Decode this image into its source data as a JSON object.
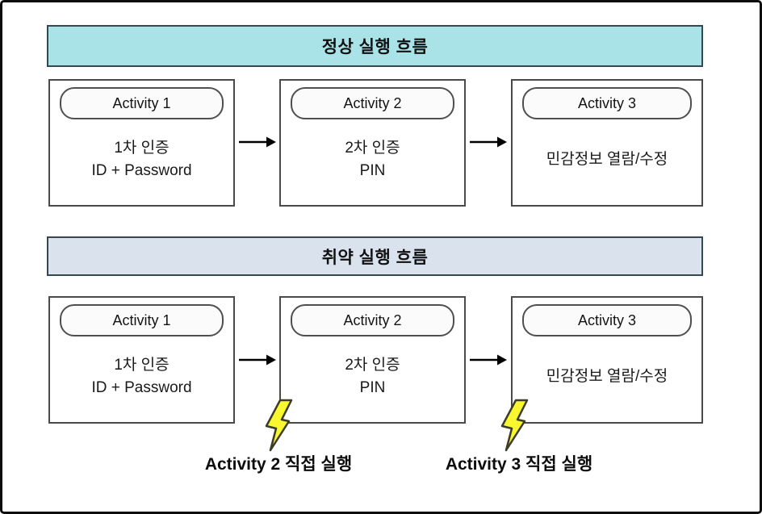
{
  "colors": {
    "normal_header_bg": "#a9e3e8",
    "vulnerable_header_bg": "#dae2ee",
    "bolt_fill": "#f9f72e",
    "bolt_stroke": "#3c3c28",
    "arrow_color": "#000000"
  },
  "normal_flow": {
    "title": "정상 실행 흐름",
    "activities": [
      {
        "label": "Activity 1",
        "lines": [
          "1차 인증",
          "ID + Password"
        ]
      },
      {
        "label": "Activity 2",
        "lines": [
          "2차 인증",
          "PIN"
        ]
      },
      {
        "label": "Activity 3",
        "lines": [
          "민감정보 열람/수정"
        ]
      }
    ]
  },
  "vulnerable_flow": {
    "title": "취약 실행 흐름",
    "activities": [
      {
        "label": "Activity 1",
        "lines": [
          "1차 인증",
          "ID + Password"
        ]
      },
      {
        "label": "Activity 2",
        "lines": [
          "2차 인증",
          "PIN"
        ]
      },
      {
        "label": "Activity 3",
        "lines": [
          "민감정보 열람/수정"
        ]
      }
    ],
    "attack_labels": [
      "Activity 2 직접 실행",
      "Activity 3 직접 실행"
    ]
  }
}
